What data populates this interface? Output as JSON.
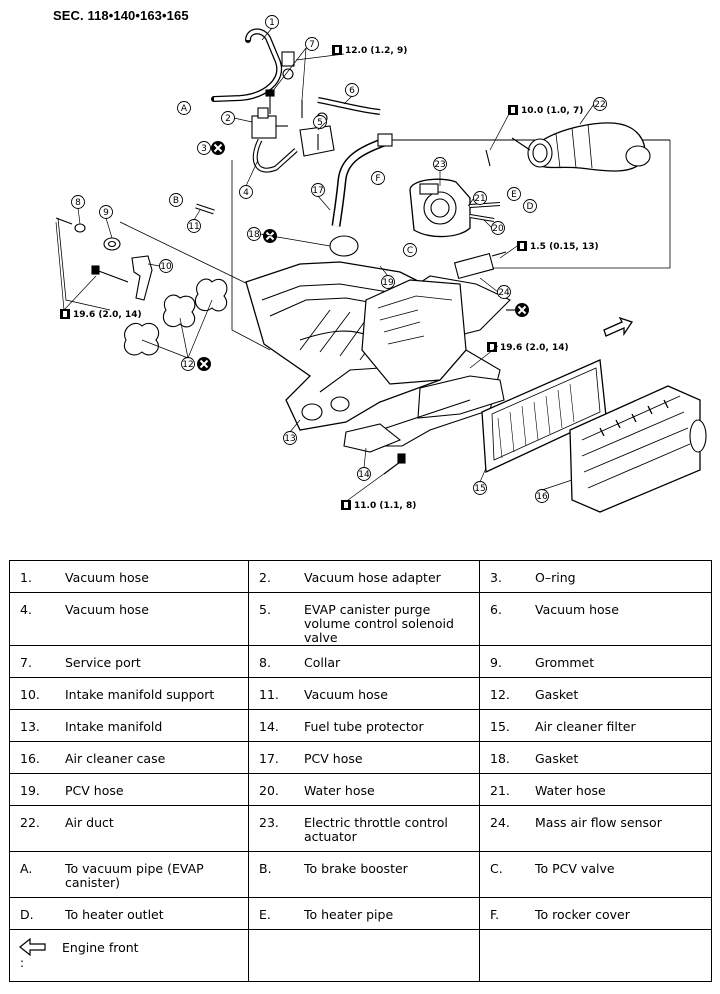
{
  "section_title": "SEC. 118•140•163•165",
  "diagram": {
    "callouts": [
      "1",
      "2",
      "3",
      "4",
      "5",
      "6",
      "7",
      "8",
      "9",
      "10",
      "11",
      "12",
      "13",
      "14",
      "15",
      "16",
      "17",
      "18",
      "19",
      "20",
      "21",
      "22",
      "23",
      "24"
    ],
    "letters": [
      "A",
      "B",
      "C",
      "D",
      "E",
      "F"
    ],
    "torques": {
      "t1": "12.0 (1.2, 9)",
      "t2": "10.0 (1.0, 7)",
      "t3": "1.5 (0.15, 13)",
      "t4": "19.6 (2.0, 14)",
      "t5": "19.6 (2.0, 14)",
      "t6": "11.0 (1.1, 8)"
    }
  },
  "legend": {
    "rows": [
      [
        {
          "num": "1.",
          "text": "Vacuum hose"
        },
        {
          "num": "2.",
          "text": "Vacuum hose adapter"
        },
        {
          "num": "3.",
          "text": "O–ring"
        }
      ],
      [
        {
          "num": "4.",
          "text": "Vacuum hose"
        },
        {
          "num": "5.",
          "text": "EVAP canister purge volume control solenoid valve"
        },
        {
          "num": "6.",
          "text": "Vacuum hose"
        }
      ],
      [
        {
          "num": "7.",
          "text": "Service port"
        },
        {
          "num": "8.",
          "text": "Collar"
        },
        {
          "num": "9.",
          "text": "Grommet"
        }
      ],
      [
        {
          "num": "10.",
          "text": "Intake manifold support"
        },
        {
          "num": "11.",
          "text": "Vacuum hose"
        },
        {
          "num": "12.",
          "text": "Gasket"
        }
      ],
      [
        {
          "num": "13.",
          "text": "Intake manifold"
        },
        {
          "num": "14.",
          "text": "Fuel tube protector"
        },
        {
          "num": "15.",
          "text": "Air cleaner filter"
        }
      ],
      [
        {
          "num": "16.",
          "text": "Air cleaner case"
        },
        {
          "num": "17.",
          "text": "PCV hose"
        },
        {
          "num": "18.",
          "text": "Gasket"
        }
      ],
      [
        {
          "num": "19.",
          "text": "PCV hose"
        },
        {
          "num": "20.",
          "text": "Water hose"
        },
        {
          "num": "21.",
          "text": "Water hose"
        }
      ],
      [
        {
          "num": "22.",
          "text": "Air duct"
        },
        {
          "num": "23.",
          "text": "Electric throttle control actuator"
        },
        {
          "num": "24.",
          "text": "Mass air flow sensor"
        }
      ],
      [
        {
          "num": "A.",
          "text": "To vacuum pipe (EVAP canister)"
        },
        {
          "num": "B.",
          "text": "To brake booster"
        },
        {
          "num": "C.",
          "text": "To PCV valve"
        }
      ],
      [
        {
          "num": "D.",
          "text": "To heater outlet"
        },
        {
          "num": "E.",
          "text": "To heater pipe"
        },
        {
          "num": "F.",
          "text": "To rocker cover"
        }
      ]
    ],
    "front_label": "Engine front",
    "front_colon": ":"
  }
}
